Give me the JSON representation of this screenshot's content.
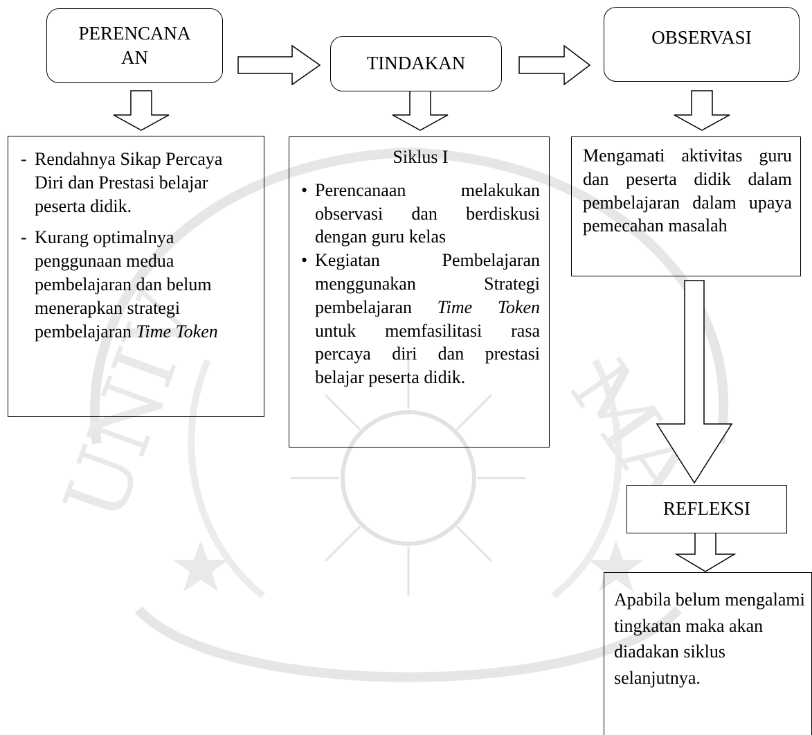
{
  "diagram": {
    "stages": {
      "perencanaan": "PERENCANA AN",
      "tindakan": "TINDAKAN",
      "observasi": "OBSERVASI",
      "refleksi": "REFLEKSI"
    },
    "perencanaan_box": {
      "item1": "Rendahnya Sikap Percaya Diri dan Prestasi belajar peserta didik.",
      "item2_text": "Kurang optimalnya penggunaan medua pembelajaran dan belum menerapkan strategi pembelajaran ",
      "item2_italic": "Time Token"
    },
    "tindakan_box": {
      "title": "Siklus I",
      "bullet1": "Perencanaan melakukan observasi dan berdiskusi dengan guru kelas",
      "bullet2_pre": "Kegiatan Pembelajaran menggunakan Strategi pembelajaran ",
      "bullet2_italic": "Time Token",
      "bullet2_post": " untuk memfasilitasi rasa percaya diri dan prestasi belajar peserta didik."
    },
    "observasi_box": {
      "text": "Mengamati aktivitas guru dan peserta didik dalam pembelajaran dalam upaya pemecahan masalah"
    },
    "refleksi_box": {
      "text": "Apabila belum mengalami tingkatan maka akan diadakan siklus selanjutnya."
    }
  }
}
